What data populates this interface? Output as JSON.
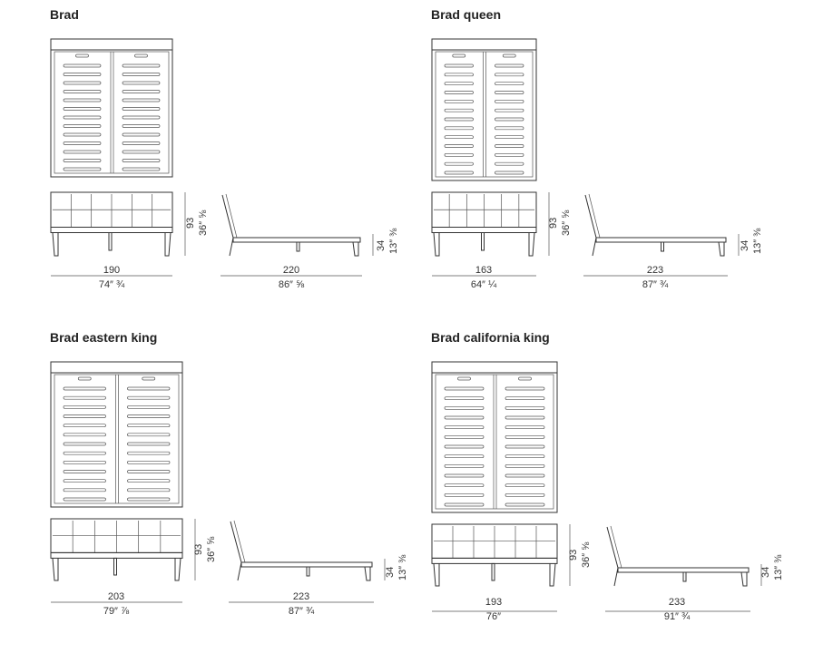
{
  "beds": [
    {
      "name": "Brad",
      "width_cm": "190",
      "width_in": "74″ ¾",
      "length_cm": "220",
      "length_in": "86″ ⅝",
      "head_h_cm": "93",
      "head_h_in": "36″ ⅝",
      "frame_h_cm": "34",
      "frame_h_in": "13″ ⅜"
    },
    {
      "name": "Brad queen",
      "width_cm": "163",
      "width_in": "64″ ¼",
      "length_cm": "223",
      "length_in": "87″ ¾",
      "head_h_cm": "93",
      "head_h_in": "36″ ⅝",
      "frame_h_cm": "34",
      "frame_h_in": "13″ ⅜"
    },
    {
      "name": "Brad eastern king",
      "width_cm": "203",
      "width_in": "79″ ⅞",
      "length_cm": "223",
      "length_in": "87″ ¾",
      "head_h_cm": "93",
      "head_h_in": "36″ ⅝",
      "frame_h_cm": "34",
      "frame_h_in": "13″ ⅜"
    },
    {
      "name": "Brad california king",
      "width_cm": "193",
      "width_in": "76″",
      "length_cm": "233",
      "length_in": "91″ ¾",
      "head_h_cm": "93",
      "head_h_in": "36″ ⅝",
      "frame_h_cm": "34",
      "frame_h_in": "13″ ⅜"
    }
  ]
}
